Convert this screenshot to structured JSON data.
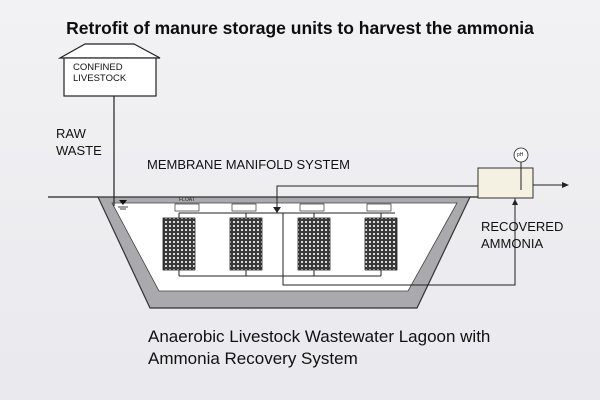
{
  "title": "Retrofit of manure storage units to harvest the ammonia",
  "barn": {
    "line1": "CONFINED",
    "line2": "LIVESTOCK"
  },
  "raw_waste": {
    "line1": "RAW",
    "line2": "WASTE"
  },
  "manifold_label": "MEMBRANE MANIFOLD SYSTEM",
  "float_label": "FLOAT",
  "ph_label": "pH",
  "recovered": {
    "line1": "RECOVERED",
    "line2": "AMMONIA"
  },
  "caption": {
    "line1": "Anaerobic Livestock Wastewater Lagoon with",
    "line2": "Ammonia Recovery System"
  },
  "colors": {
    "lagoon_liner": "#a9a9ae",
    "water": "#ffffff",
    "membrane": "#2a2a2a",
    "tank": "#f4f1e2"
  }
}
